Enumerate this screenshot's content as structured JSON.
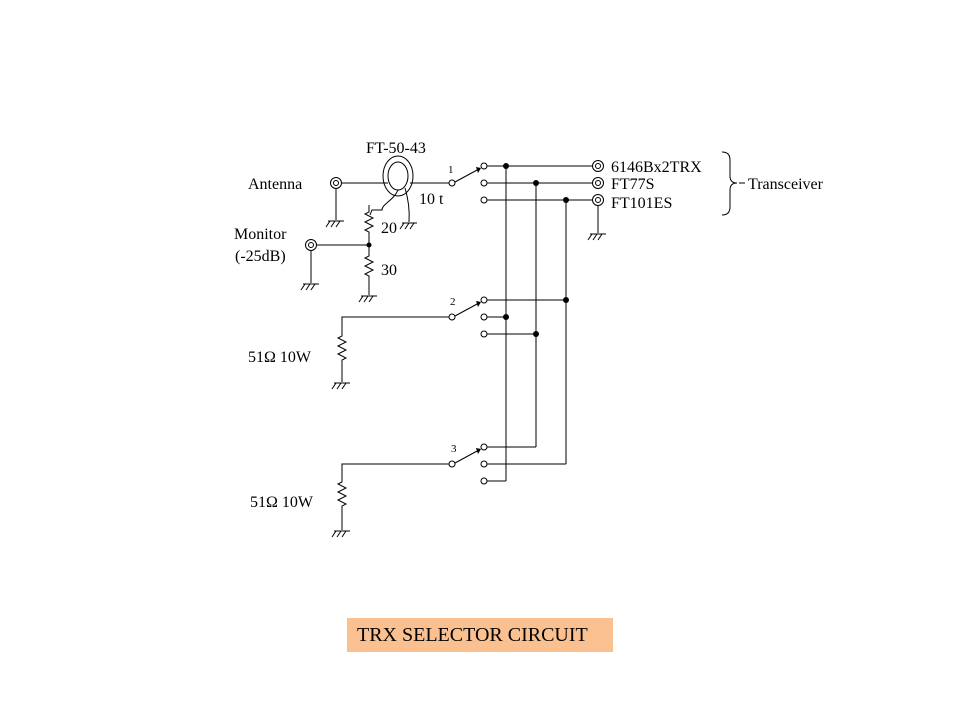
{
  "title": "TRX SELECTOR CIRCUIT",
  "labels": {
    "core": "FT-50-43",
    "turns": "10 t",
    "antenna": "Antenna",
    "monitor_line1": "Monitor",
    "monitor_line2": "(-25dB)",
    "r_top": "20",
    "r_bottom": "30",
    "dummy_load_1": "51Ω 10W",
    "dummy_load_2": "51Ω 10W",
    "transceiver": "Transceiver"
  },
  "outputs": [
    "6146Bx2TRX",
    "FT77S",
    "FT101ES"
  ],
  "switches": [
    "1",
    "2",
    "3"
  ]
}
